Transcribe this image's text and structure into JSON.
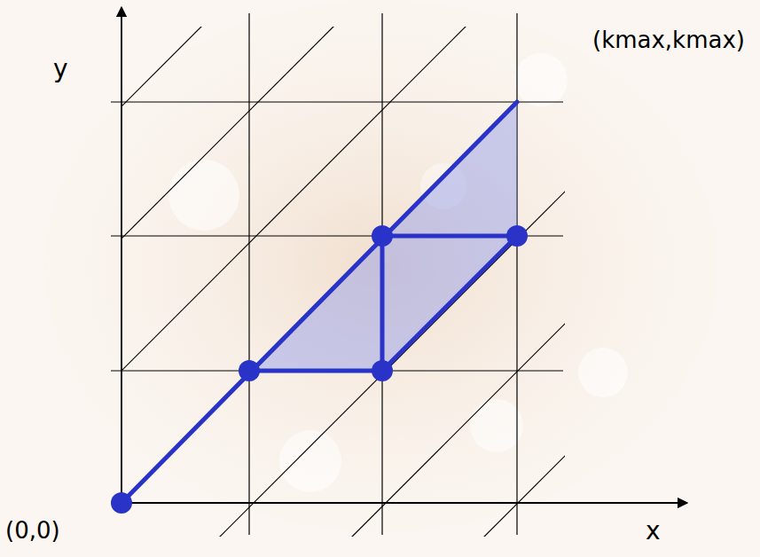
{
  "diagram": {
    "labels": [
      "y",
      "x",
      "(kmax,kmax)",
      "(0,0)"
    ]
  }
}
